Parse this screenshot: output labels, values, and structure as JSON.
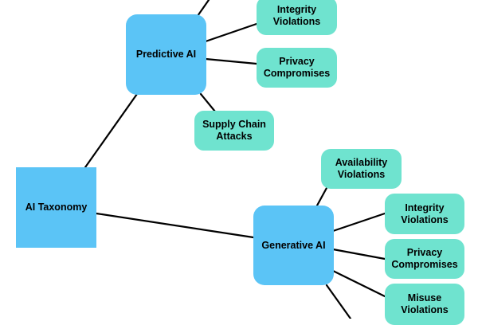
{
  "diagram": {
    "nodes": {
      "root": {
        "label": "AI Taxonomy",
        "color": "#5bc4f6"
      },
      "predictive": {
        "label": "Predictive AI",
        "color": "#5bc4f6"
      },
      "generative": {
        "label": "Generative AI",
        "color": "#5bc4f6"
      },
      "pred_integrity": {
        "label": "Integrity\nViolations",
        "color": "#6fe3cf"
      },
      "pred_privacy": {
        "label": "Privacy\nCompromises",
        "color": "#6fe3cf"
      },
      "pred_supply": {
        "label": "Supply Chain\nAttacks",
        "color": "#6fe3cf"
      },
      "gen_availability": {
        "label": "Availability\nViolations",
        "color": "#6fe3cf"
      },
      "gen_integrity": {
        "label": "Integrity\nViolations",
        "color": "#6fe3cf"
      },
      "gen_privacy": {
        "label": "Privacy\nCompromises",
        "color": "#6fe3cf"
      },
      "gen_misuse": {
        "label": "Misuse\nViolations",
        "color": "#6fe3cf"
      }
    },
    "edges": [
      [
        "root",
        "predictive"
      ],
      [
        "root",
        "generative"
      ],
      [
        "predictive",
        "pred_integrity"
      ],
      [
        "predictive",
        "pred_privacy"
      ],
      [
        "predictive",
        "pred_supply"
      ],
      [
        "generative",
        "gen_availability"
      ],
      [
        "generative",
        "gen_integrity"
      ],
      [
        "generative",
        "gen_privacy"
      ],
      [
        "generative",
        "gen_misuse"
      ]
    ]
  }
}
